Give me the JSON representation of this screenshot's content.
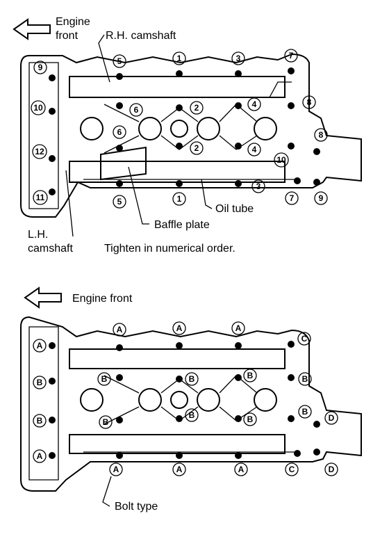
{
  "top": {
    "engine_front": [
      "Engine",
      "front"
    ],
    "rh_camshaft": "R.H. camshaft",
    "lh_camshaft": [
      "L.H.",
      "camshaft"
    ],
    "oil_tube": "Oil tube",
    "baffle_plate": "Baffle plate",
    "instruction": "Tighten in numerical order.",
    "bolts": [
      "1",
      "2",
      "3",
      "4",
      "5",
      "6",
      "7",
      "8",
      "9",
      "10",
      "11",
      "12"
    ]
  },
  "bottom": {
    "engine_front": "Engine front",
    "bolt_type": "Bolt type",
    "types": [
      "A",
      "B",
      "C",
      "D"
    ]
  },
  "colors": {
    "ink": "#000000",
    "paper": "#ffffff"
  }
}
